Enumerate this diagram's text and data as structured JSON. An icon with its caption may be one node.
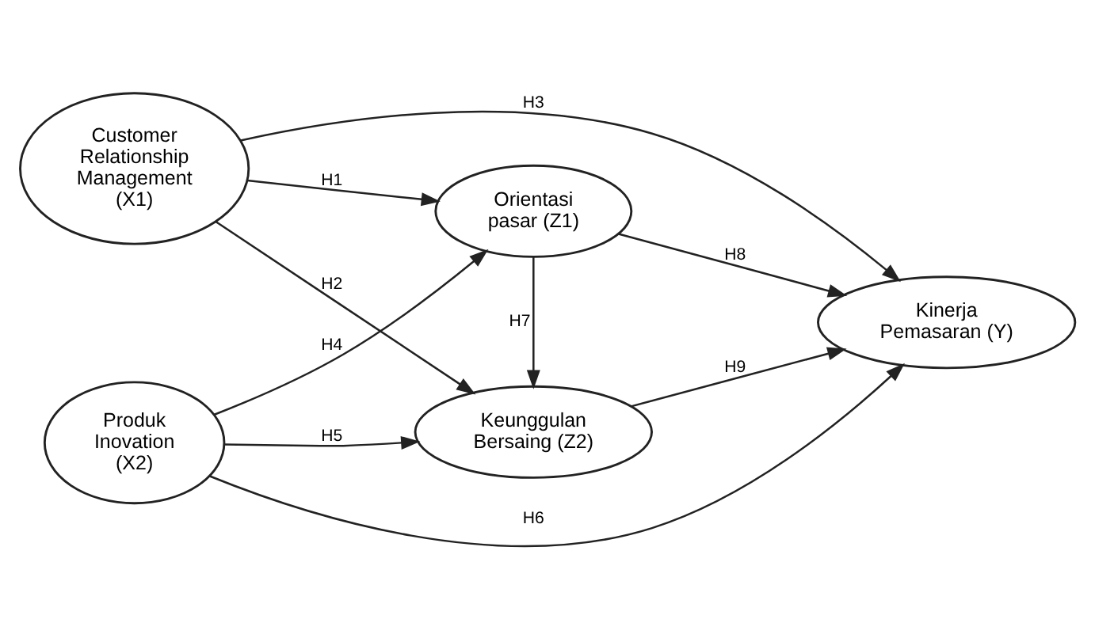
{
  "diagram": {
    "nodes": [
      {
        "text": [
          "Customer Relationship Management (X1)"
        ]
      },
      {
        "text": [
          "Orientasi pasar (Z1)"
        ]
      },
      {
        "text": [
          "Keunggulan Bersaing (Z2)"
        ]
      },
      {
        "text": [
          "Kinerja Pemasaran (Y)"
        ]
      },
      {
        "text": [
          "Produk Inovation (X2)"
        ]
      }
    ],
    "edges": [
      {
        "from": 0,
        "to": 1,
        "arrow": "to",
        "label": "H1"
      },
      {
        "from": 0,
        "to": 2,
        "arrow": "to",
        "label": "H2"
      },
      {
        "from": 0,
        "to": 3,
        "arrow": "to",
        "label": "H3"
      },
      {
        "from": 4,
        "to": 1,
        "arrow": "to",
        "label": "H4"
      },
      {
        "from": 4,
        "to": 2,
        "arrow": "to",
        "label": "H5"
      },
      {
        "from": 4,
        "to": 3,
        "arrow": "to",
        "label": "H6"
      },
      {
        "from": 1,
        "to": 2,
        "arrow": "to",
        "label": "H7"
      },
      {
        "from": 1,
        "to": 3,
        "arrow": "to",
        "label": "H8"
      },
      {
        "from": 2,
        "to": 3,
        "arrow": "to",
        "label": "H9"
      }
    ]
  }
}
